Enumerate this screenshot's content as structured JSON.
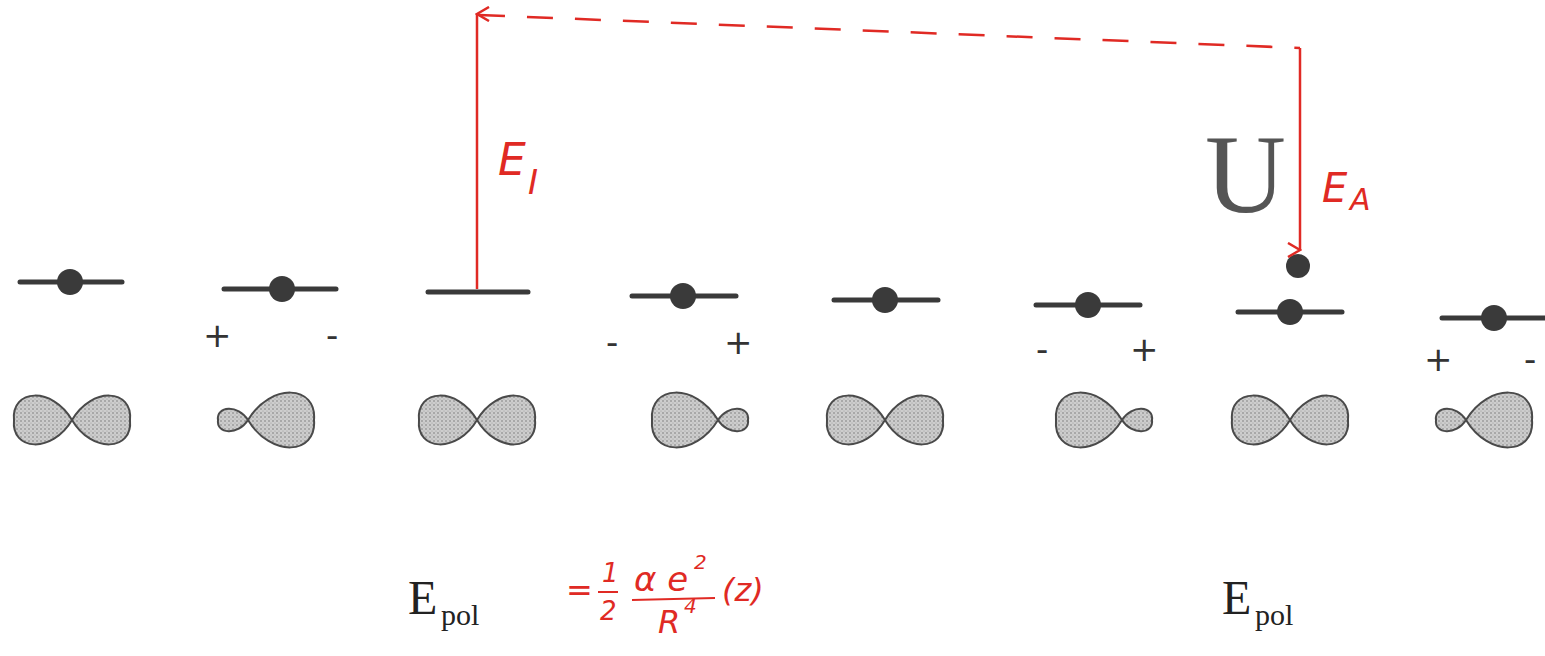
{
  "diagram": {
    "labels": [
      "E",
      "I",
      "U",
      "E",
      "A",
      "+",
      "-",
      "-",
      "+",
      "-",
      "+",
      "+",
      "-",
      "E",
      "pol",
      "=",
      "1",
      "2",
      "α e",
      "2",
      "R",
      "4",
      "(z)",
      "E",
      "pol"
    ]
  }
}
